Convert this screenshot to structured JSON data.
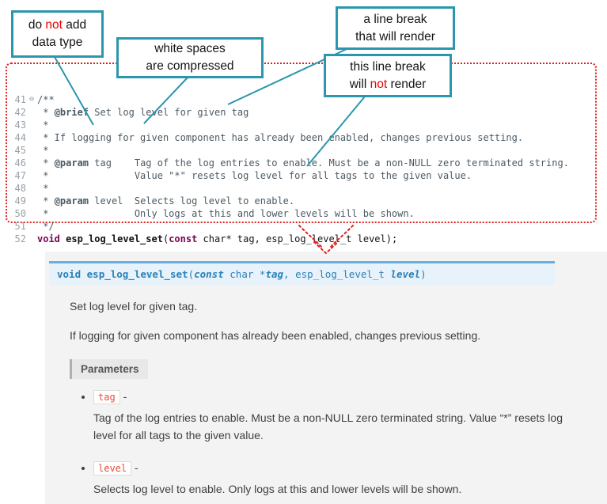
{
  "colors": {
    "callout_border": "#2B96AD",
    "connector": "#2B96AD",
    "code_border_red": "#e02020",
    "signature_bg": "#e7f2fa",
    "signature_border": "#6ab0de",
    "signature_text": "#2980B9",
    "param_code_text": "#E74C3C",
    "docs_bg": "#f3f3f3"
  },
  "callouts": [
    {
      "lines": [
        [
          {
            "text": "do "
          },
          {
            "text": "not",
            "red": true
          },
          {
            "text": " add"
          }
        ],
        [
          {
            "text": "data type"
          }
        ]
      ]
    },
    {
      "lines": [
        [
          {
            "text": "white spaces"
          }
        ],
        [
          {
            "text": "are compressed"
          }
        ]
      ]
    },
    {
      "lines": [
        [
          {
            "text": "a line break"
          }
        ],
        [
          {
            "text": "that will render"
          }
        ]
      ]
    },
    {
      "lines": [
        [
          {
            "text": "this line break"
          }
        ],
        [
          {
            "text": "will "
          },
          {
            "text": "not",
            "red": true
          },
          {
            "text": " render"
          }
        ]
      ]
    }
  ],
  "code": {
    "lines": [
      {
        "n": "41",
        "fold": "⊖",
        "parts": [
          {
            "text": "/**",
            "cls": "cmt"
          }
        ]
      },
      {
        "n": "42",
        "fold": "",
        "parts": [
          {
            "text": " * ",
            "cls": "cmt"
          },
          {
            "text": "@brief",
            "cls": "tagb"
          },
          {
            "text": " Set log level for given tag",
            "cls": "cmt"
          }
        ]
      },
      {
        "n": "43",
        "fold": "",
        "parts": [
          {
            "text": " *",
            "cls": "cmt"
          }
        ]
      },
      {
        "n": "44",
        "fold": "",
        "parts": [
          {
            "text": " * If logging for given component has already been enabled, changes previous setting.",
            "cls": "cmt"
          }
        ]
      },
      {
        "n": "45",
        "fold": "",
        "parts": [
          {
            "text": " *",
            "cls": "cmt"
          }
        ]
      },
      {
        "n": "46",
        "fold": "",
        "parts": [
          {
            "text": " * ",
            "cls": "cmt"
          },
          {
            "text": "@param",
            "cls": "tagb"
          },
          {
            "text": " tag    Tag of the log entries to enable. Must be a non-NULL zero terminated string.",
            "cls": "cmt"
          }
        ]
      },
      {
        "n": "47",
        "fold": "",
        "parts": [
          {
            "text": " *               Value \"*\" resets log level for all tags to the given value.",
            "cls": "cmt"
          }
        ]
      },
      {
        "n": "48",
        "fold": "",
        "parts": [
          {
            "text": " *",
            "cls": "cmt"
          }
        ]
      },
      {
        "n": "49",
        "fold": "",
        "parts": [
          {
            "text": " * ",
            "cls": "cmt"
          },
          {
            "text": "@param",
            "cls": "tagb"
          },
          {
            "text": " level  Selects log level to enable.",
            "cls": "cmt"
          }
        ]
      },
      {
        "n": "50",
        "fold": "",
        "parts": [
          {
            "text": " *               Only logs at this and lower levels will be shown.",
            "cls": "cmt"
          }
        ]
      },
      {
        "n": "51",
        "fold": "",
        "parts": [
          {
            "text": " */",
            "cls": "cmt"
          }
        ]
      },
      {
        "n": "52",
        "fold": "",
        "parts": [
          {
            "text": "void",
            "cls": "kw"
          },
          {
            "text": " ",
            "cls": "pl"
          },
          {
            "text": "esp_log_level_set",
            "cls": "fn"
          },
          {
            "text": "(",
            "cls": "pl"
          },
          {
            "text": "const",
            "cls": "kw"
          },
          {
            "text": " char* tag, esp_log_level_t level);",
            "cls": "pl"
          }
        ]
      }
    ]
  },
  "docs": {
    "signature": [
      {
        "text": "void ",
        "cls": "b"
      },
      {
        "text": "esp_log_level_set",
        "cls": "b"
      },
      {
        "text": "(",
        "cls": ""
      },
      {
        "text": "const",
        "cls": "bi"
      },
      {
        "text": " char *",
        "cls": ""
      },
      {
        "text": "tag",
        "cls": "bi"
      },
      {
        "text": ", ",
        "cls": ""
      },
      {
        "text": "esp_log_level_t",
        "cls": ""
      },
      {
        "text": " ",
        "cls": ""
      },
      {
        "text": "level",
        "cls": "bi"
      },
      {
        "text": ")",
        "cls": ""
      }
    ],
    "p1": "Set log level for given tag.",
    "p2": "If logging for given component has already been enabled, changes previous setting.",
    "params_label": "Parameters",
    "params": [
      {
        "name": "tag",
        "dash": "-",
        "desc": "Tag of the log entries to enable. Must be a non-NULL zero terminated string. Value “*” resets log level for all tags to the given value."
      },
      {
        "name": "level",
        "dash": "-",
        "desc": "Selects log level to enable. Only logs at this and lower levels will be shown."
      }
    ]
  }
}
